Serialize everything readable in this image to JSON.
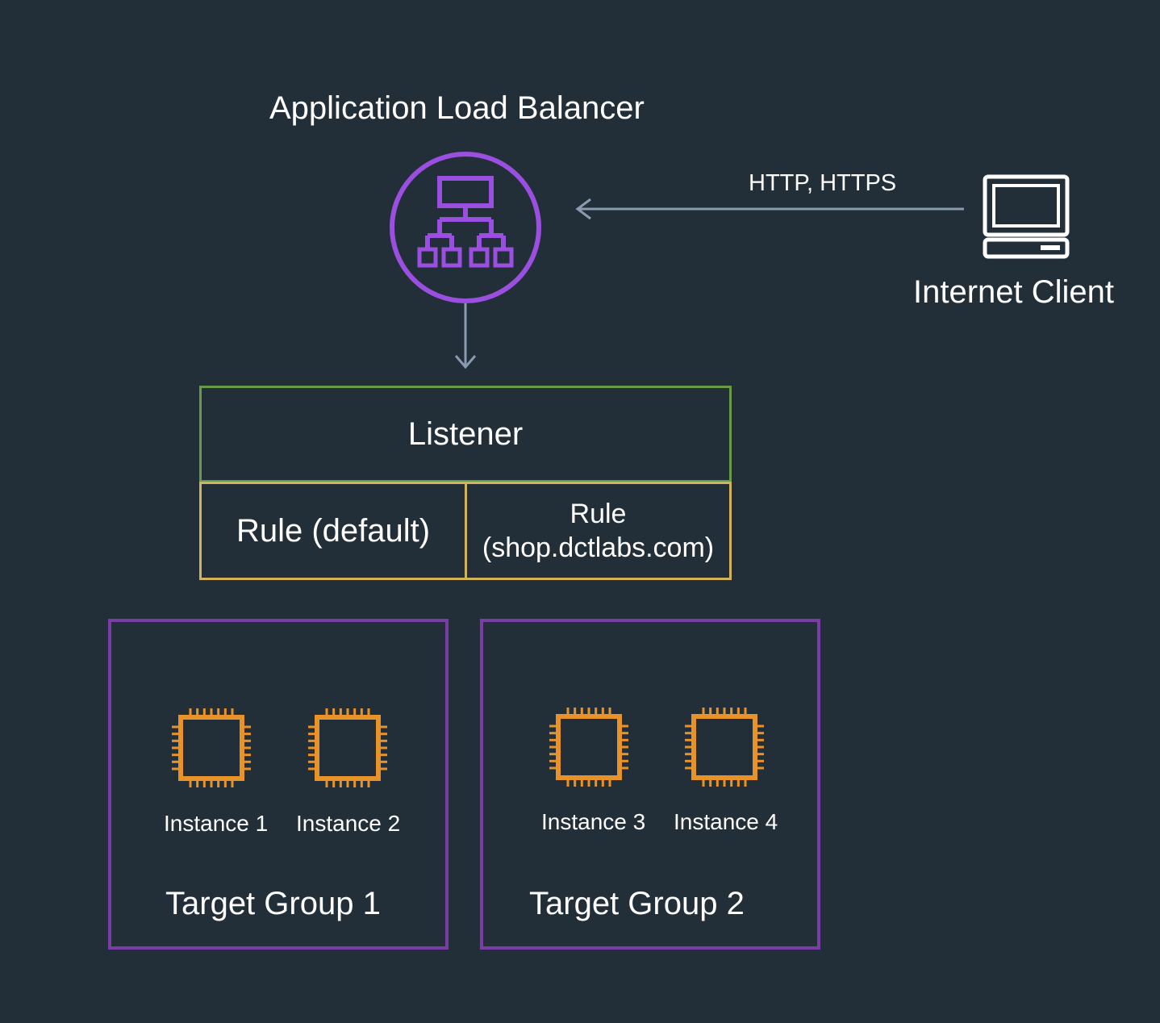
{
  "load_balancer": {
    "title": "Application Load Balancer",
    "icon": "load-balancer-icon",
    "color": "#9b4fe0"
  },
  "client": {
    "label": "Internet Client",
    "icon": "laptop-icon"
  },
  "connection": {
    "protocols": "HTTP, HTTPS"
  },
  "listener": {
    "label": "Listener",
    "border_color": "#6a9a45"
  },
  "rules": [
    {
      "label": "Rule (default)"
    },
    {
      "label": "Rule",
      "detail": "(shop.dctlabs.com)"
    }
  ],
  "rule_border_color": "#d3b35a",
  "target_groups": [
    {
      "label": "Target Group 1",
      "instances": [
        {
          "label": "Instance 1",
          "icon": "chip-icon"
        },
        {
          "label": "Instance 2",
          "icon": "chip-icon"
        }
      ]
    },
    {
      "label": "Target Group 2",
      "instances": [
        {
          "label": "Instance 3",
          "icon": "chip-icon"
        },
        {
          "label": "Instance 4",
          "icon": "chip-icon"
        }
      ]
    }
  ],
  "target_group_border_color": "#7a3da6",
  "instance_color": "#e8922a",
  "arrow_color": "#8a9bb0"
}
